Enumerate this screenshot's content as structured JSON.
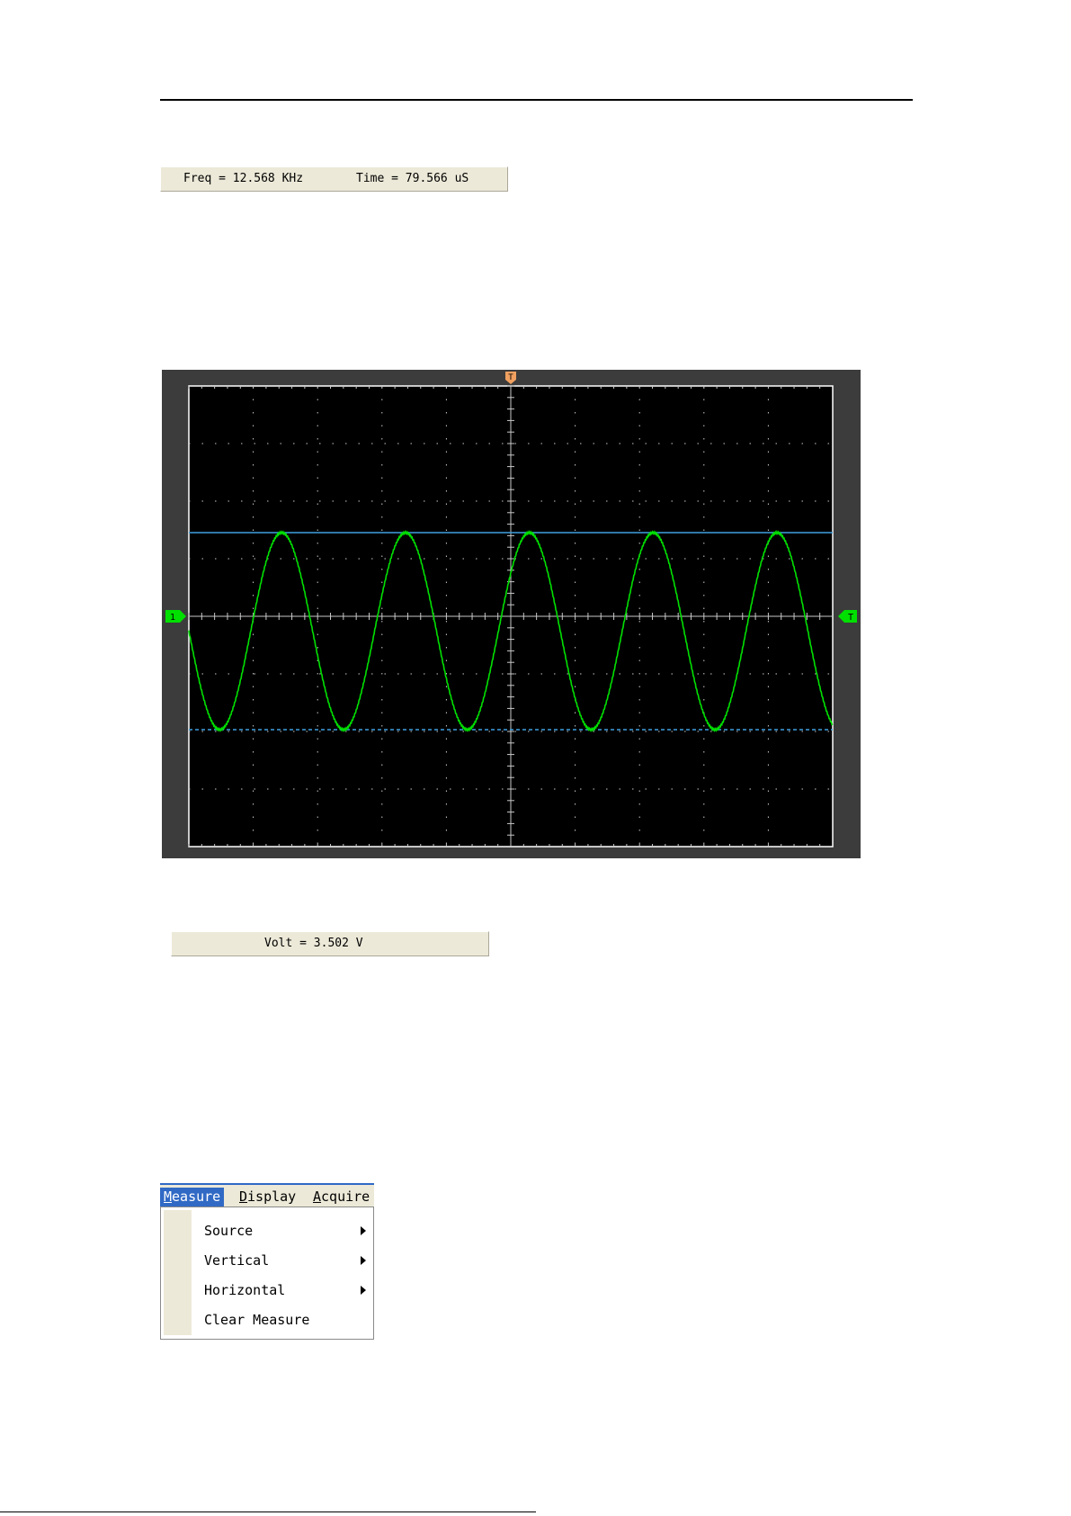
{
  "status_freq_time": {
    "freq": "Freq = 12.568 KHz",
    "time": "Time = 79.566 uS"
  },
  "status_volt": {
    "volt": "Volt = 3.502 V"
  },
  "scope": {
    "trigger_marker": "T",
    "channel_marker": "1",
    "trigger_level_marker": "T",
    "colors": {
      "trace": "#00e000",
      "cursor": "#3fa0e0",
      "grid": "#c8c8c8",
      "background": "#000000",
      "frame": "#3c3c3c",
      "marker_trigger": "#f0a060",
      "marker_channel": "#00e000"
    },
    "waveform": {
      "cycles_on_screen": 5
    }
  },
  "menu": {
    "tabs": [
      "Measure",
      "Display",
      "Acquire"
    ],
    "active_tab": "Measure",
    "items": [
      {
        "label": "Source",
        "submenu": true
      },
      {
        "label": "Vertical",
        "submenu": true
      },
      {
        "label": "Horizontal",
        "submenu": true
      },
      {
        "label": "Clear Measure",
        "submenu": false
      }
    ]
  }
}
